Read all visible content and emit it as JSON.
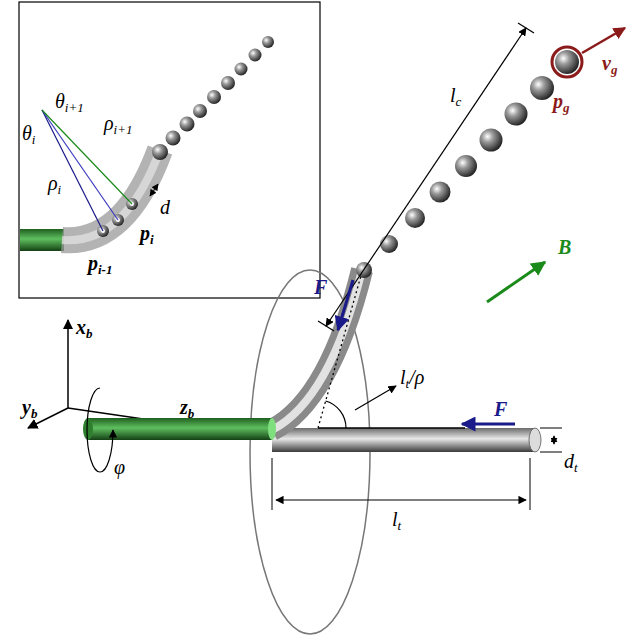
{
  "diagram": {
    "labels": [
      "θi+1",
      "θi",
      "ρi+1",
      "ρi",
      "d",
      "pi",
      "pi-1",
      "lc",
      "vg",
      "pg",
      "B",
      "F",
      "lt/ρ",
      "F",
      "dt",
      "xb",
      "yb",
      "zb",
      "φ",
      "lt"
    ]
  }
}
